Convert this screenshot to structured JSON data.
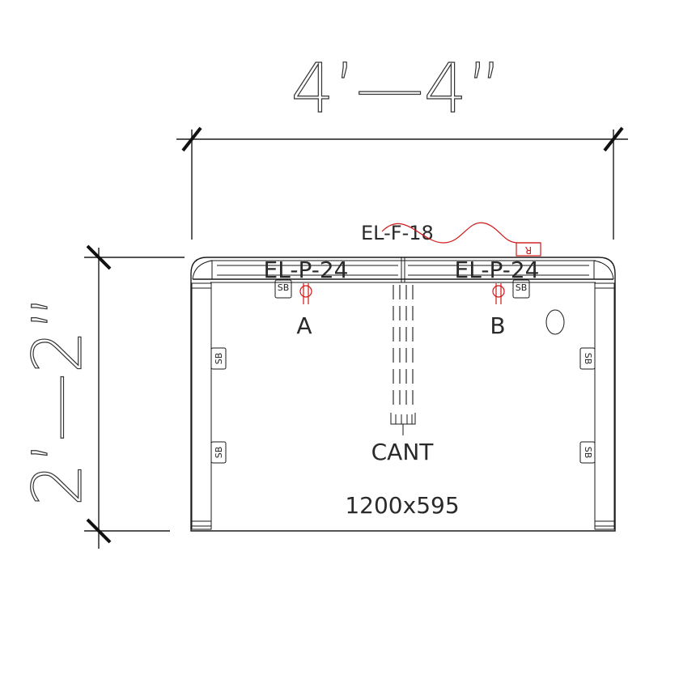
{
  "dimensions": {
    "width_label": "4’—4”",
    "height_label": "2’—2”"
  },
  "labels": {
    "cable_tag": "EL-F-18",
    "panel_left": "EL-P-24",
    "panel_right": "EL-P-24",
    "tap_a": "A",
    "tap_b": "B",
    "cantilever": "CANT",
    "desk_size": "1200x595",
    "switch_box": "SB",
    "red_marker": "R"
  },
  "colors": {
    "line": "#1a1a1a",
    "accent": "#d01818",
    "background": "#ffffff"
  }
}
